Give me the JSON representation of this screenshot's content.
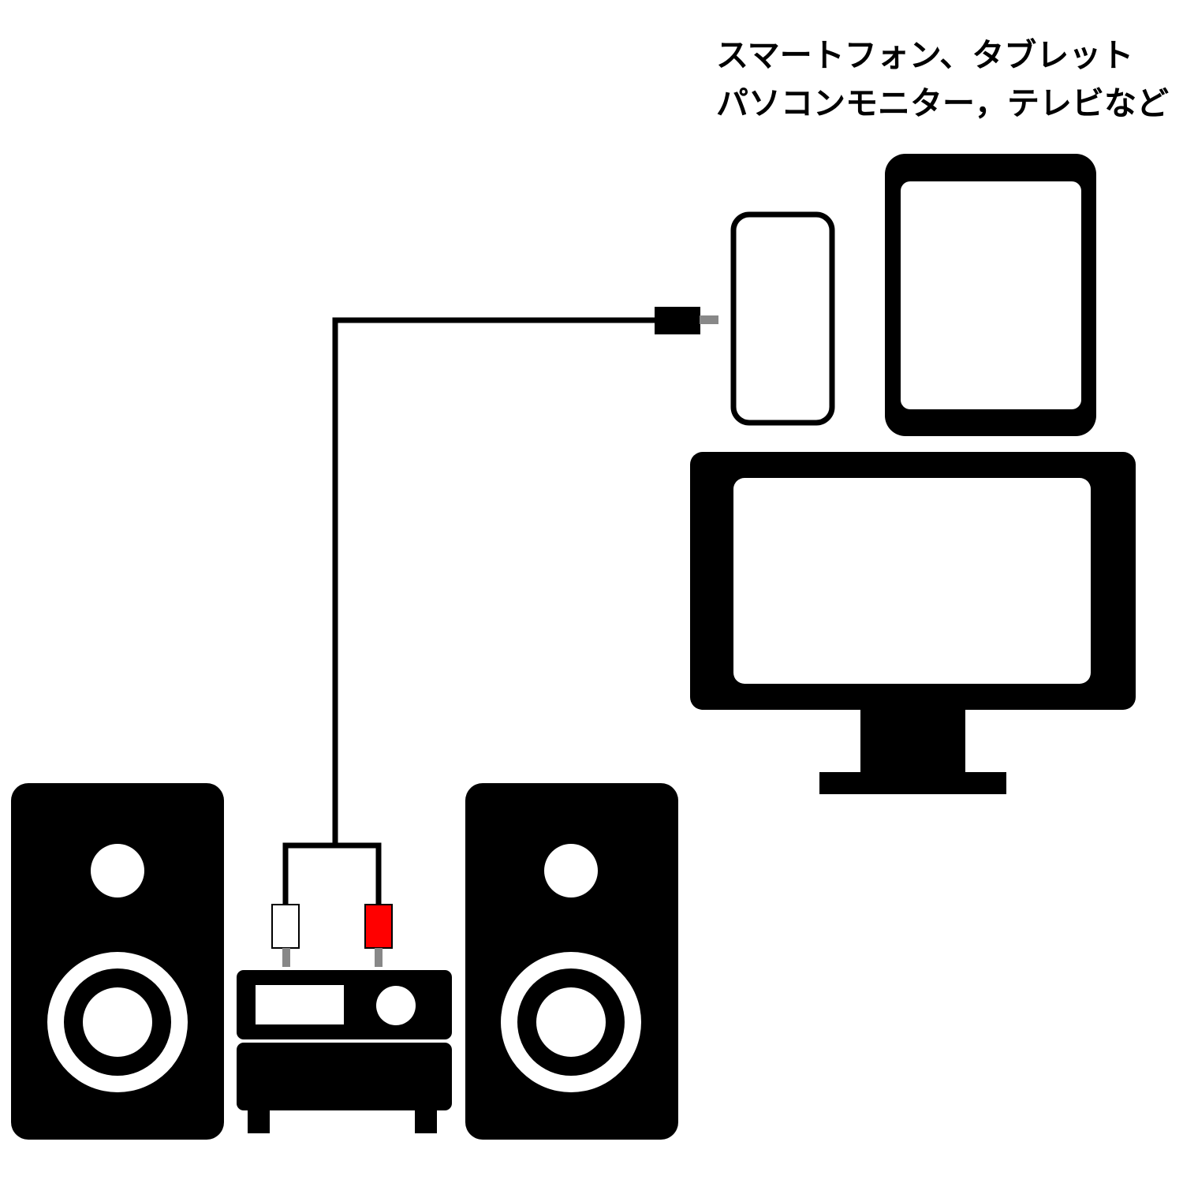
{
  "caption": {
    "line1": "スマートフォン、タブレット",
    "line2": "パソコンモニター，テレビなど"
  },
  "colors": {
    "ink": "#000000",
    "background": "#ffffff",
    "rca_left": "#ffffff",
    "rca_right": "#ff0000",
    "plug_pin": "#888888"
  },
  "devices": [
    "smartphone",
    "tablet",
    "monitor",
    "speaker-left",
    "speaker-right",
    "audio-amplifier",
    "audio-cable",
    "mini-plug",
    "rca-plug-white",
    "rca-plug-red"
  ]
}
